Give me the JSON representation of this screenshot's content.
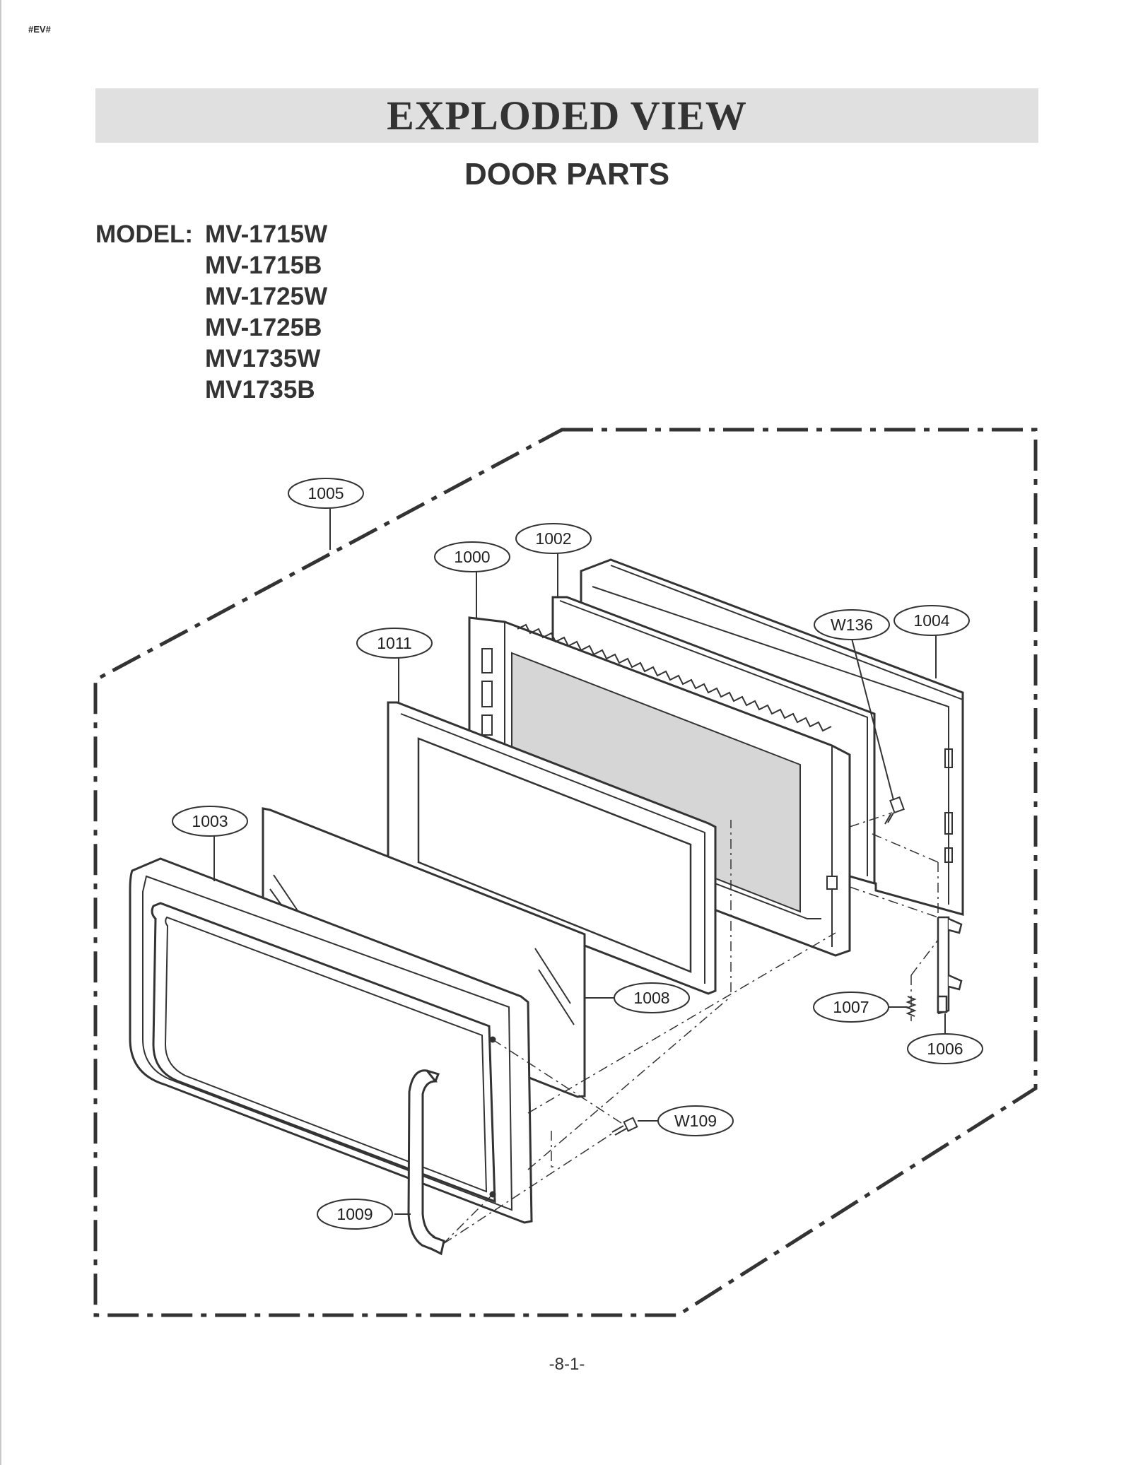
{
  "page_tag": "#EV#",
  "title": "EXPLODED VIEW",
  "subtitle": "DOOR PARTS",
  "model_label": "MODEL:",
  "models": [
    "MV-1715W",
    "MV-1715B",
    "MV-1725W",
    "MV-1725B",
    "MV1735W",
    "MV1735B"
  ],
  "callouts": {
    "c1005": "1005",
    "c1002": "1002",
    "c1000": "1000",
    "cW136": "W136",
    "c1004": "1004",
    "c1011": "1011",
    "c1003": "1003",
    "c1008": "1008",
    "c1007": "1007",
    "c1006": "1006",
    "cW109": "W109",
    "c1009": "1009"
  },
  "page_number": "-8-1-"
}
